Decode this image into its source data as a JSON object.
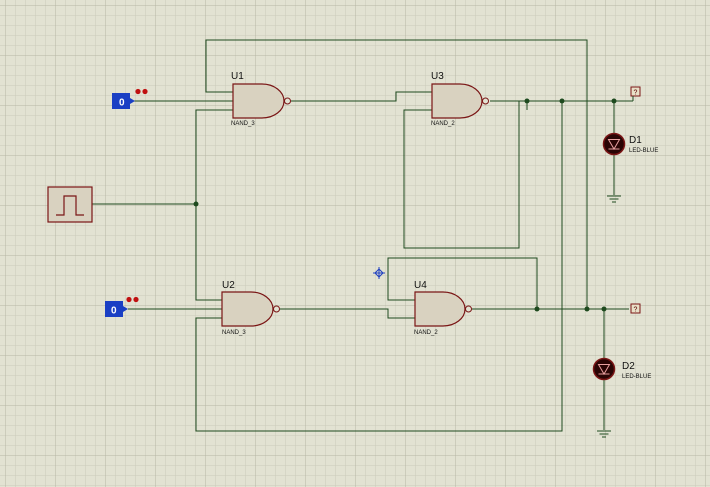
{
  "canvas": {
    "background": "#e2e2d2",
    "grid_minor": "#cbcbb9",
    "grid_major": "#b6b6a4",
    "wire_color": "#1e4a1e",
    "component_outline": "#7a1515",
    "component_fill": "#d9d2c0"
  },
  "gates": [
    {
      "ref": "U1",
      "part": "NAND_3"
    },
    {
      "ref": "U2",
      "part": "NAND_3"
    },
    {
      "ref": "U3",
      "part": "NAND_2"
    },
    {
      "ref": "U4",
      "part": "NAND_2"
    }
  ],
  "inputs": [
    {
      "state": "0",
      "color": "#1a3fc4"
    },
    {
      "state": "0",
      "color": "#1a3fc4"
    }
  ],
  "leds": [
    {
      "ref": "D1",
      "part": "LED-BLUE"
    },
    {
      "ref": "D2",
      "part": "LED-BLUE"
    }
  ],
  "probes": [
    {
      "label": "?"
    },
    {
      "label": "?"
    }
  ],
  "clock_icon": "square-wave-icon",
  "marker_icon": "crosshair-marker-icon"
}
